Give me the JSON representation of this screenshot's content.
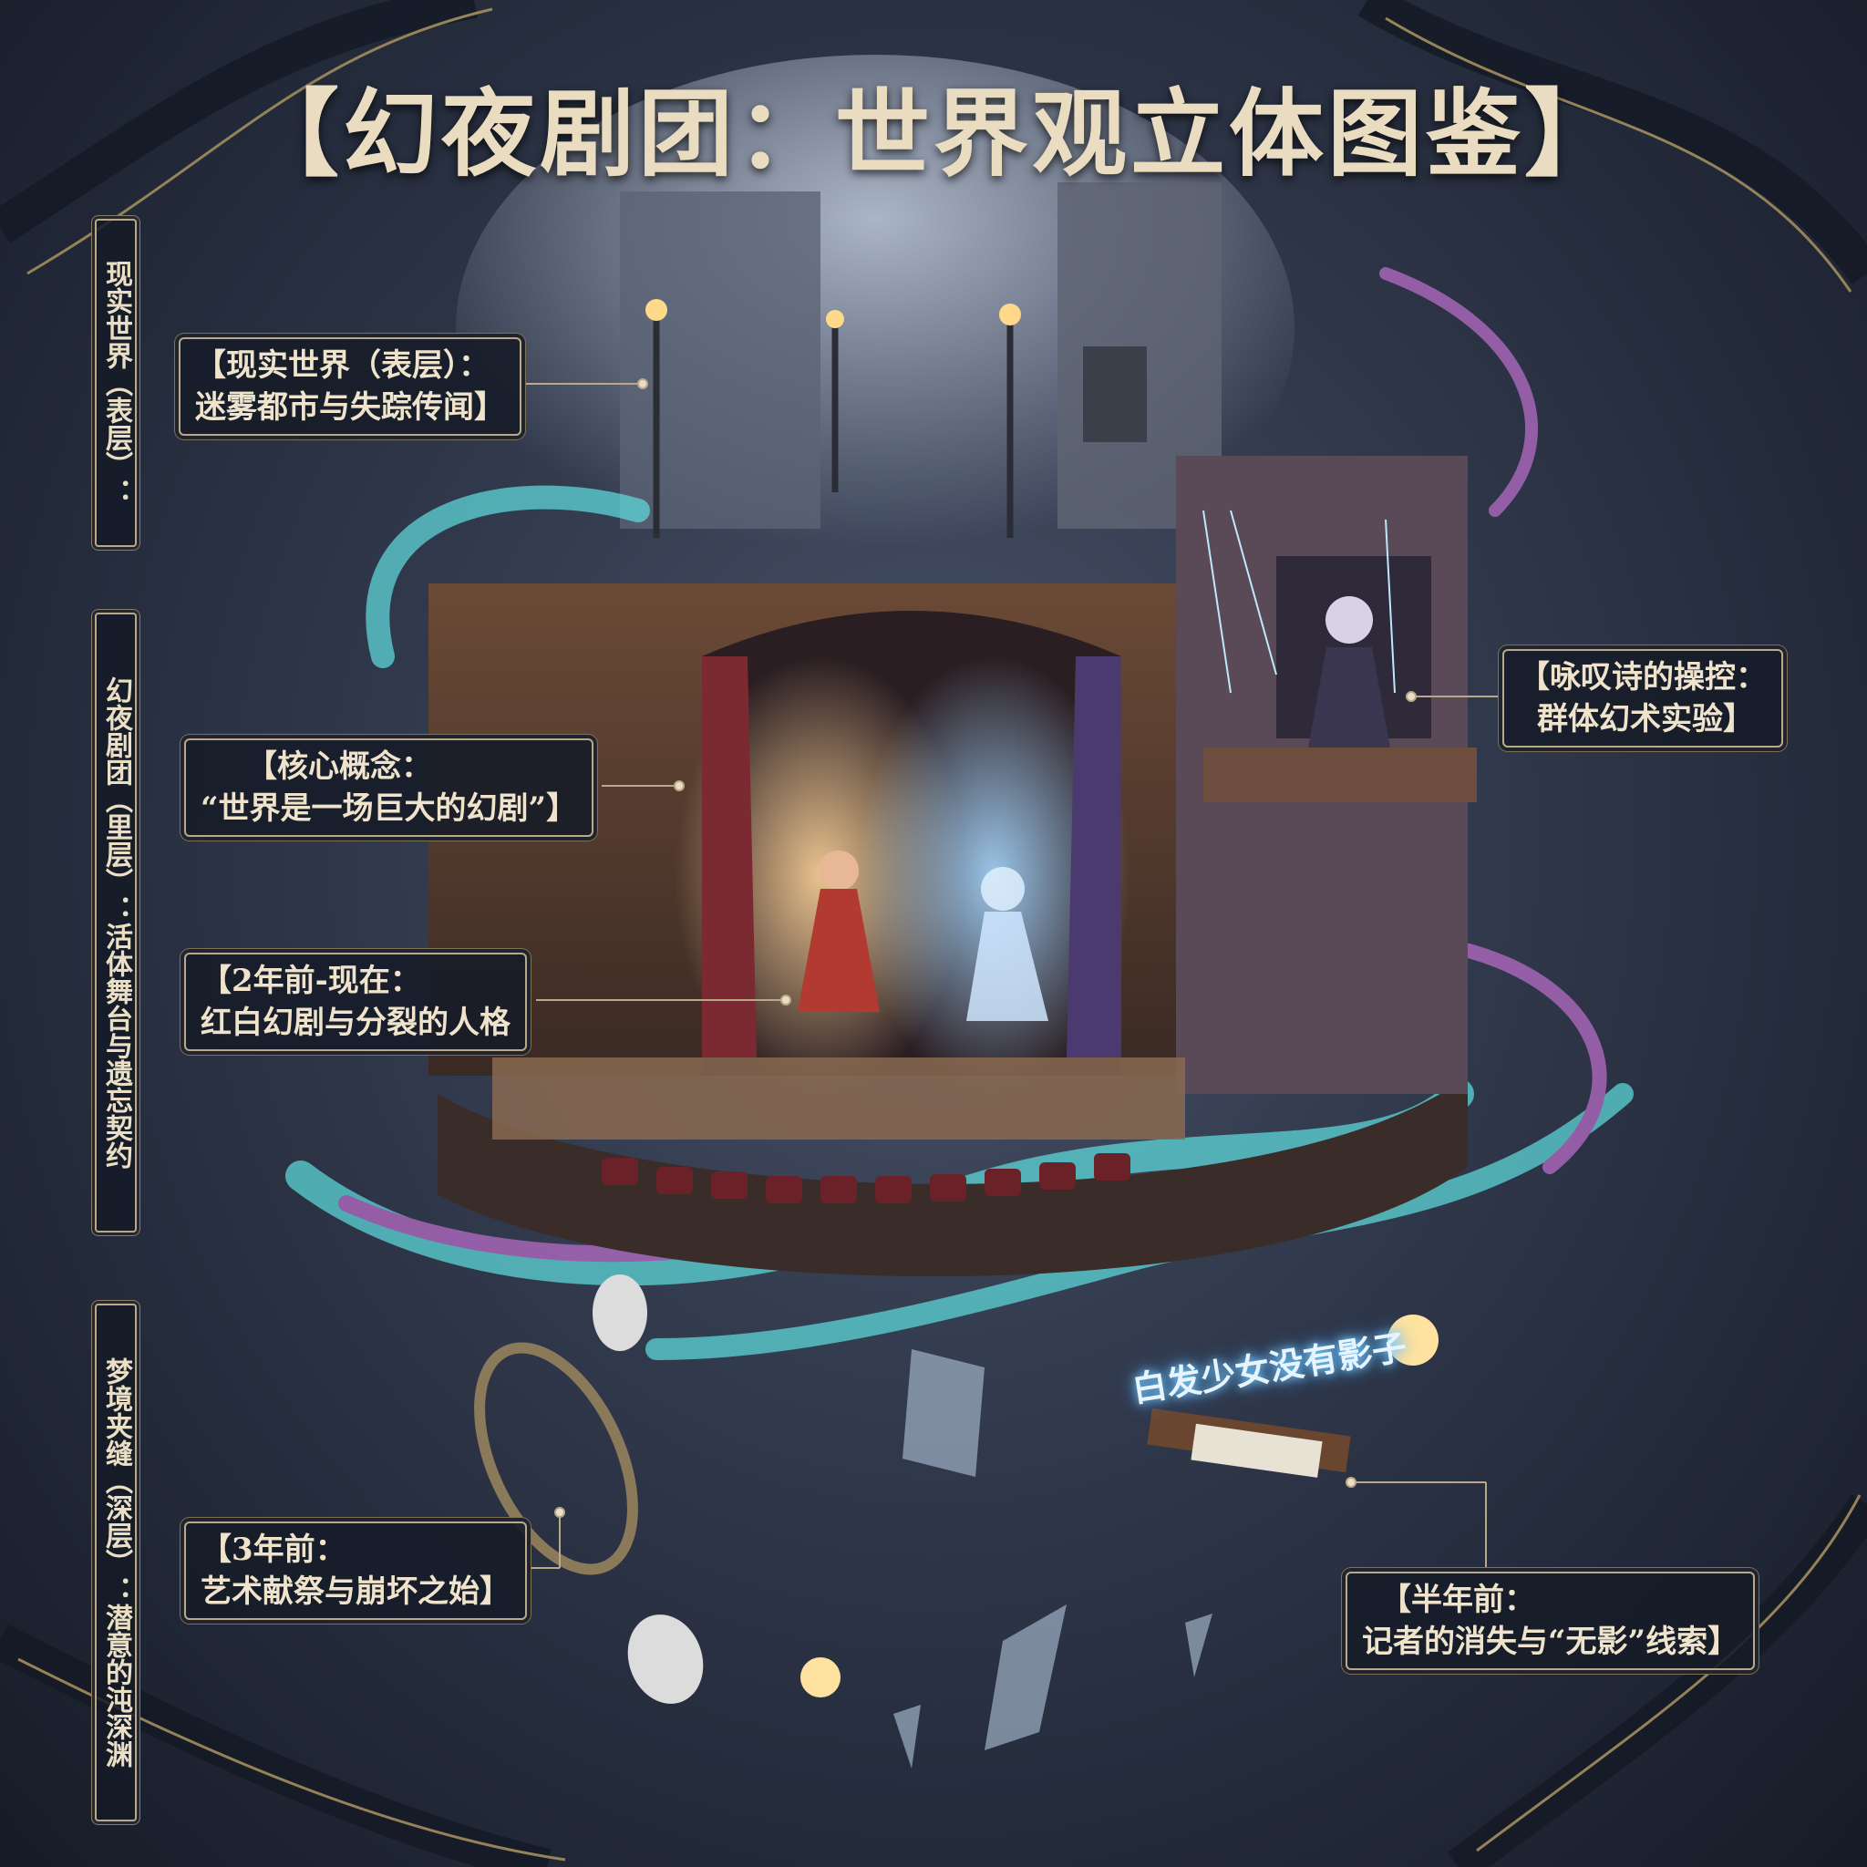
{
  "title": "【幻夜剧团：世界观立体图鉴】",
  "side_labels": [
    "现实世界（表层）：",
    "幻夜剧团（里层）：活体舞台与遗忘契约",
    "梦境夹缝（深层）：潜意的沌深渊"
  ],
  "callouts": {
    "reality": {
      "line1": "【现实世界（表层）：",
      "line2": "迷雾都市与失踪传闻】"
    },
    "core": {
      "line1": "【核心概念：",
      "line2": "“世界是一场巨大的幻剧”】"
    },
    "two_years": {
      "line1": "【2年前-现在：",
      "line2": "红白幻剧与分裂的人格"
    },
    "puppet": {
      "line1": "【咏叹诗的操控：",
      "line2": "群体幻术实验】"
    },
    "three_years": {
      "line1": "【3年前：",
      "line2": "艺术献祭与崩坏之始】"
    },
    "half_year": {
      "line1": "【半年前：",
      "line2": "记者的消失与“无影”线索】"
    }
  },
  "floating_text": "白发少女没有影子",
  "colors": {
    "background": "#2a3142",
    "frame_gold": "#b9a98a",
    "text": "#efe4cb",
    "mist_cyan": "#5fe0e0",
    "mist_magenta": "#c070d0"
  }
}
